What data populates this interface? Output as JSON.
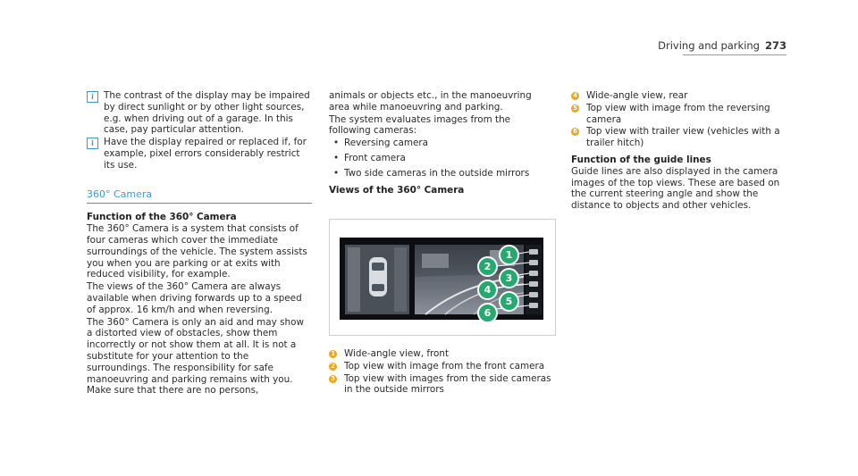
{
  "header": {
    "section": "Driving and parking",
    "page": "273"
  },
  "col1": {
    "notes": [
      "The contrast of the display may be impaired by direct sunlight or by other light sources, e.g. when driving out of a garage. In this case, pay particular attention.",
      "Have the display repaired or replaced if, for example, pixel errors considerably restrict its use."
    ],
    "section_title": "360° Camera",
    "function_title": "Function of the 360° Camera",
    "paragraphs": [
      "The 360° Camera is a system that consists of four cameras which cover the immediate surroundings of the vehicle. The system assists you when you are parking or at exits with reduced visibility, for example.",
      "The views of the 360° Camera are always available when driving forwards up to a speed of approx. 16 km/h and when reversing.",
      "The 360° Camera is only an aid and may show a distorted view of obstacles, show them incorrectly or not show them at all. It is not a substitute for your attention to the surroundings. The responsibility for safe manoeuvring and parking remains with you. Make sure that there are no persons,"
    ]
  },
  "col2": {
    "p1": "animals or objects etc., in the manoeuvring area while manoeuvring and parking.",
    "p2": "The system evaluates images from the following cameras:",
    "bullets": [
      "Reversing camera",
      "Front camera",
      "Two side cameras in the outside mirrors"
    ],
    "views_title": "Views of the 360° Camera",
    "callouts": [
      "1",
      "2",
      "3",
      "4",
      "5",
      "6"
    ],
    "items": [
      {
        "n": "1",
        "text": "Wide-angle view, front"
      },
      {
        "n": "2",
        "text": "Top view with image from the front camera"
      },
      {
        "n": "3",
        "text": "Top view with images from the side cameras in the outside mirrors"
      }
    ]
  },
  "col3": {
    "items": [
      {
        "n": "4",
        "text": "Wide-angle view, rear"
      },
      {
        "n": "5",
        "text": "Top view with image from the reversing camera"
      },
      {
        "n": "6",
        "text": "Top view with trailer view (vehicles with a trailer hitch)"
      }
    ],
    "guide_title": "Function of the guide lines",
    "guide_text": "Guide lines are also displayed in the camera images of the top views. These are based on the current steering angle and show the distance to objects and other vehicles."
  },
  "colors": {
    "accent_blue": "#3e98d0",
    "callout_green": "#26a86f",
    "badge_orange": "#f0a41e"
  },
  "icons": {
    "note": "info-note-icon"
  }
}
